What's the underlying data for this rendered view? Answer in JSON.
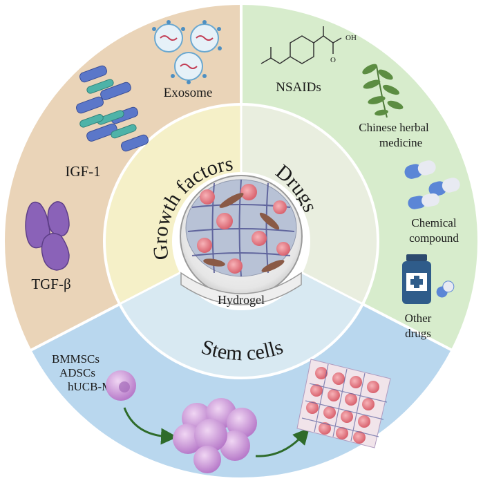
{
  "center": {
    "label": "Hydrogel"
  },
  "inner_ring": {
    "growth_factors": "Growth factors",
    "drugs": "Drugs",
    "stem_cells": "Stem cells"
  },
  "growth_factors": {
    "exosome": "Exosome",
    "igf1": "IGF-1",
    "tgfb": "TGF-β"
  },
  "drugs": {
    "nsaids": "NSAIDs",
    "chinese_line1": "Chinese herbal",
    "chinese_line2": "medicine",
    "chemical_line1": "Chemical",
    "chemical_line2": "compound",
    "other_line1": "Other",
    "other_line2": "drugs",
    "oh_label": "OH",
    "o_label": "O"
  },
  "stem_cells": {
    "types": [
      "BMMSCs",
      "ADSCs",
      "hUCB-MSCs"
    ]
  },
  "colors": {
    "growth_outer": "#ead4b8",
    "growth_inner": "#f5f0c8",
    "drugs_outer": "#d7eccc",
    "drugs_inner": "#e9eedf",
    "stem_outer": "#b9d7ee",
    "stem_inner": "#d8e9f2",
    "divider": "#ffffff",
    "arrow": "#2e6b2a",
    "cell_pink": "#e07b86",
    "cell_purple": "#c9a2d8"
  }
}
